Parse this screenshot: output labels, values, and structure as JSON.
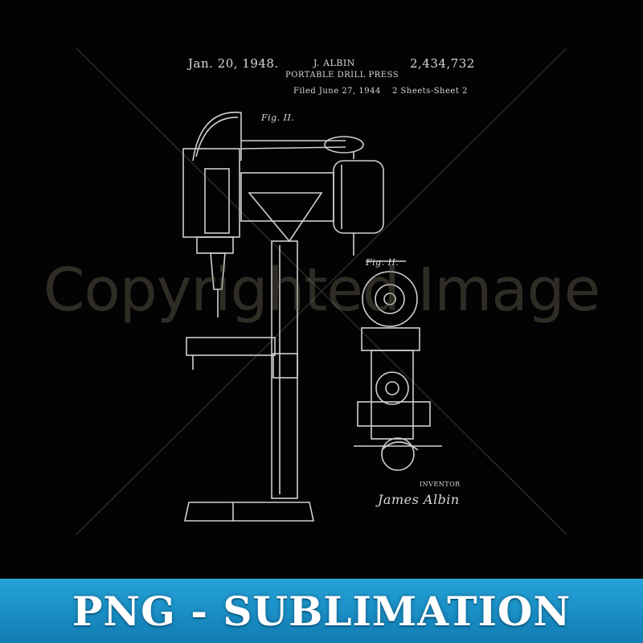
{
  "patent": {
    "date": "Jan. 20, 1948.",
    "inventor": "J. ALBIN",
    "number": "2,434,732",
    "title": "PORTABLE DRILL PRESS",
    "filed": "Filed June 27, 1944",
    "sheets": "2 Sheets-Sheet 2",
    "fig_left": "Fig. II.",
    "fig_right": "Fig. II.",
    "inventor_label": "INVENTOR",
    "signature": "James Albin"
  },
  "watermark": {
    "text": "Copyrighted Image"
  },
  "banner": {
    "text": "PNG - SUBLIMATION",
    "color": "#1b92c9"
  }
}
